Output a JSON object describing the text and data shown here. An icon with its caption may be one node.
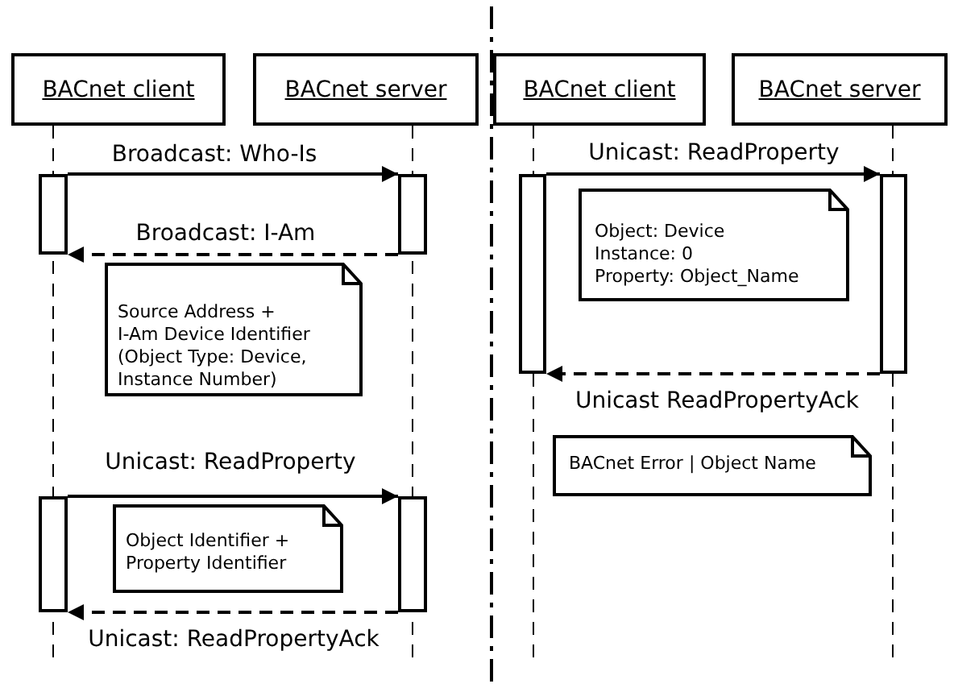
{
  "diagram": {
    "nodes": [
      {
        "text": [
          "BACnet client"
        ]
      },
      {
        "text": [
          "BACnet server"
        ]
      },
      {
        "text": [
          "BACnet client"
        ]
      },
      {
        "text": [
          "BACnet server"
        ]
      },
      {
        "text": [],
        "shape": "bar"
      },
      {
        "text": [],
        "shape": "bar"
      },
      {
        "text": [],
        "shape": "bar"
      },
      {
        "text": [],
        "shape": "bar"
      },
      {
        "text": [
          "Object: Device",
          "Instance: 0",
          "Property: Object_Name"
        ]
      },
      {
        "text": [
          "Source Address + I-Am Device Identifier (Object Type: Device, Instance Number)"
        ]
      },
      {
        "text": [
          "BACnet Error | Object Name"
        ]
      },
      {
        "text": [],
        "shape": "bar"
      },
      {
        "text": [],
        "shape": "bar"
      },
      {
        "text": [
          "Object Identifier + Property Identifier"
        ]
      }
    ],
    "edges": [
      {
        "from": 4,
        "to": 5,
        "arrow": "to",
        "label": "Broadcast: Who-Is"
      },
      {
        "from": 5,
        "to": 4,
        "arrow": "to",
        "label": "Broadcast: I-Am",
        "style": "dashed"
      },
      {
        "from": 6,
        "to": 7,
        "arrow": "to",
        "label": "Unicast: ReadProperty"
      },
      {
        "from": 7,
        "to": 6,
        "arrow": "to",
        "label": "Unicast ReadPropertyAck",
        "style": "dashed"
      },
      {
        "from": 11,
        "to": 12,
        "arrow": "to",
        "label": "Unicast: ReadProperty"
      },
      {
        "from": 12,
        "to": 11,
        "arrow": "to",
        "label": "Unicast: ReadPropertyAck",
        "style": "dashed"
      }
    ]
  }
}
